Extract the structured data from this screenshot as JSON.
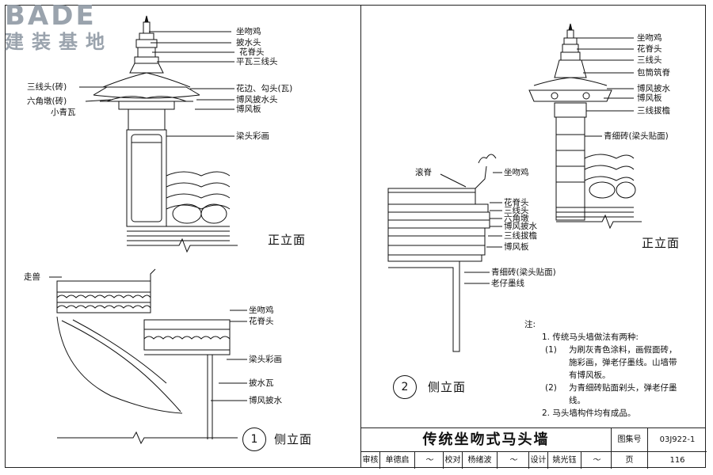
{
  "logo": {
    "line1": "BADE",
    "line2": "建装基地"
  },
  "front_view": {
    "caption": "正立面",
    "labels_right": [
      "坐吻鸡",
      "披水头",
      "花脊头",
      "平瓦三线头",
      "花边、勾头(瓦)",
      "博风披水头",
      "博风板",
      "梁头彩画"
    ],
    "labels_left": [
      "三线头(砖)",
      "六角墩(砖)",
      "小青瓦"
    ]
  },
  "side_view_1": {
    "number": "1",
    "caption": "侧立面",
    "label_left": "走兽",
    "labels_right": [
      "坐吻鸡",
      "花脊头",
      "梁头彩画",
      "披水瓦",
      "博风披水"
    ]
  },
  "side_view_2": {
    "number": "2",
    "caption": "侧立面",
    "label_left": "滚脊",
    "labels_right": [
      "坐吻鸡",
      "花脊头",
      "三线头",
      "六角墩",
      "博风披水",
      "三线拔檐",
      "博风板",
      "青细砖(梁头贴面)",
      "老仔墨线"
    ]
  },
  "front_view_2": {
    "caption": "正立面",
    "labels_right": [
      "坐吻鸡",
      "花脊头",
      "三线头",
      "包筒筑脊",
      "博风披水",
      "博风板",
      "三线拔檐",
      "青细砖(梁头贴面)"
    ]
  },
  "notes": {
    "heading": "注:",
    "item1": "1. 传统马头墙做法有两种:",
    "item1a_num": "(1)",
    "item1a_l1": "为刷灰青色涂料，画假面砖，",
    "item1a_l2": "施彩画，弹老仔墨线。山墙带",
    "item1a_l3": "有博风板。",
    "item1b_num": "(2)",
    "item1b_l1": "为青细砖贴面剁头，弹老仔墨",
    "item1b_l2": "线。",
    "item2": "2. 马头墙构件均有成品。"
  },
  "title_block": {
    "title": "传统坐吻式马头墙",
    "atlas_label": "图集号",
    "atlas_no": "03J922-1",
    "review_label": "审核",
    "reviewer": "单德启",
    "check_label": "校对",
    "checker": "杨绪波",
    "design_label": "设计",
    "designer": "姚光钰",
    "page_label": "页",
    "page_no": "116"
  }
}
